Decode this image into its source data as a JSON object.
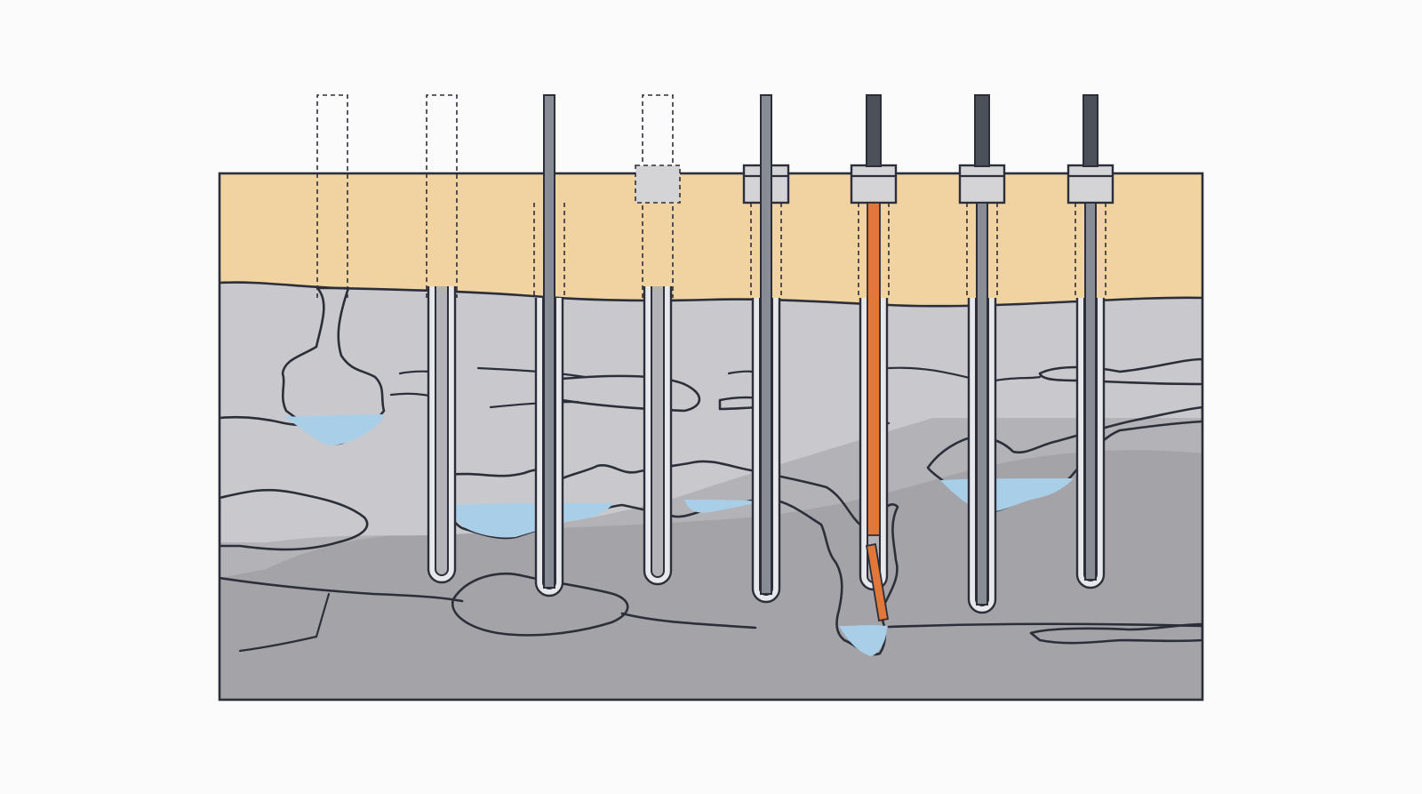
{
  "colors": {
    "background": "#fbfbfb",
    "topsoil": "#f0d3a0",
    "rock_light": "#c9c9cd",
    "rock_mid": "#b2b2b7",
    "rock_dark": "#a3a3a8",
    "clay_pocket": "#c3b597",
    "void": "#f2f3f7",
    "water": "#a9cfe8",
    "collar": "#d4d4d7",
    "rod_light": "#888c94",
    "rod_dark": "#4c5058",
    "tube_fill": "#e7e8ec",
    "grout": "#e2773a",
    "outline": "#2c2f3a"
  },
  "icons": {
    "boreholes": "borehole-icon",
    "drill_rods": "drill-rod-icon",
    "casing_collars": "casing-collar-icon",
    "grout_bar": "grout-bar-icon"
  },
  "stages": [
    {
      "id": 1,
      "surface_tube": "dashed",
      "collar": "none",
      "rod": "none",
      "grout": false
    },
    {
      "id": 2,
      "surface_tube": "dashed",
      "collar": "none",
      "rod": "tube",
      "grout": false
    },
    {
      "id": 3,
      "surface_tube": "none",
      "collar": "none",
      "rod": "full",
      "grout": false
    },
    {
      "id": 4,
      "surface_tube": "dashed",
      "collar": "dashed",
      "rod": "tube",
      "grout": false
    },
    {
      "id": 5,
      "surface_tube": "none",
      "collar": "solid",
      "rod": "full",
      "grout": false
    },
    {
      "id": 6,
      "surface_tube": "none",
      "collar": "solid",
      "rod": "dark",
      "grout": true
    },
    {
      "id": 7,
      "surface_tube": "none",
      "collar": "solid",
      "rod": "dark-full",
      "grout": false
    },
    {
      "id": 8,
      "surface_tube": "none",
      "collar": "solid",
      "rod": "dark-full",
      "grout": false
    }
  ]
}
